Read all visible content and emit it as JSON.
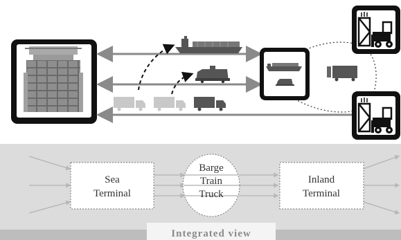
{
  "diagram": {
    "bottom_panel": {
      "sea_terminal": {
        "line1": "Sea",
        "line2": "Terminal"
      },
      "modes": {
        "barge": "Barge",
        "train": "Train",
        "truck": "Truck"
      },
      "inland_terminal": {
        "line1": "Inland",
        "line2": "Terminal"
      },
      "banner": "Integrated view"
    },
    "icons": {
      "sea_port": "container-terminal-icon",
      "inland_hub": "inland-terminal-icon",
      "vessel": "container-ship-icon",
      "locomotive": "train-icon",
      "trucks": "truck-icon",
      "customers": "factory-forklift-icon"
    },
    "colors": {
      "panel_background": "#dcdcdc",
      "banner_background": "#f4f4f4",
      "frame": "#111111",
      "dark_truck": "#555555",
      "light_truck": "#c4c4c4"
    }
  }
}
